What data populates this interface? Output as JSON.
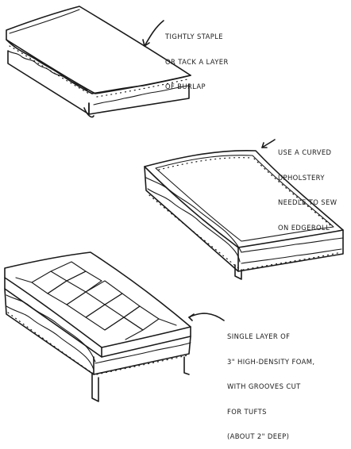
{
  "annotations": {
    "burlap": {
      "lines": [
        "TIGHTLY STAPLE",
        "OR TACK A LAYER",
        "OF BURLAP"
      ]
    },
    "edgeroll": {
      "lines": [
        "USE A CURVED",
        "UPHOLSTERY",
        "NEEDLE TO SEW",
        "ON EDGEROLL"
      ]
    },
    "foam": {
      "lines": [
        "SINGLE LAYER OF",
        "3\" HIGH-DENSITY FOAM,",
        "WITH GROOVES CUT",
        "FOR TUFTS",
        "(ABOUT 2\" DEEP)"
      ]
    }
  },
  "colors": {
    "ink": "#1a1a1a",
    "paper": "#ffffff"
  }
}
